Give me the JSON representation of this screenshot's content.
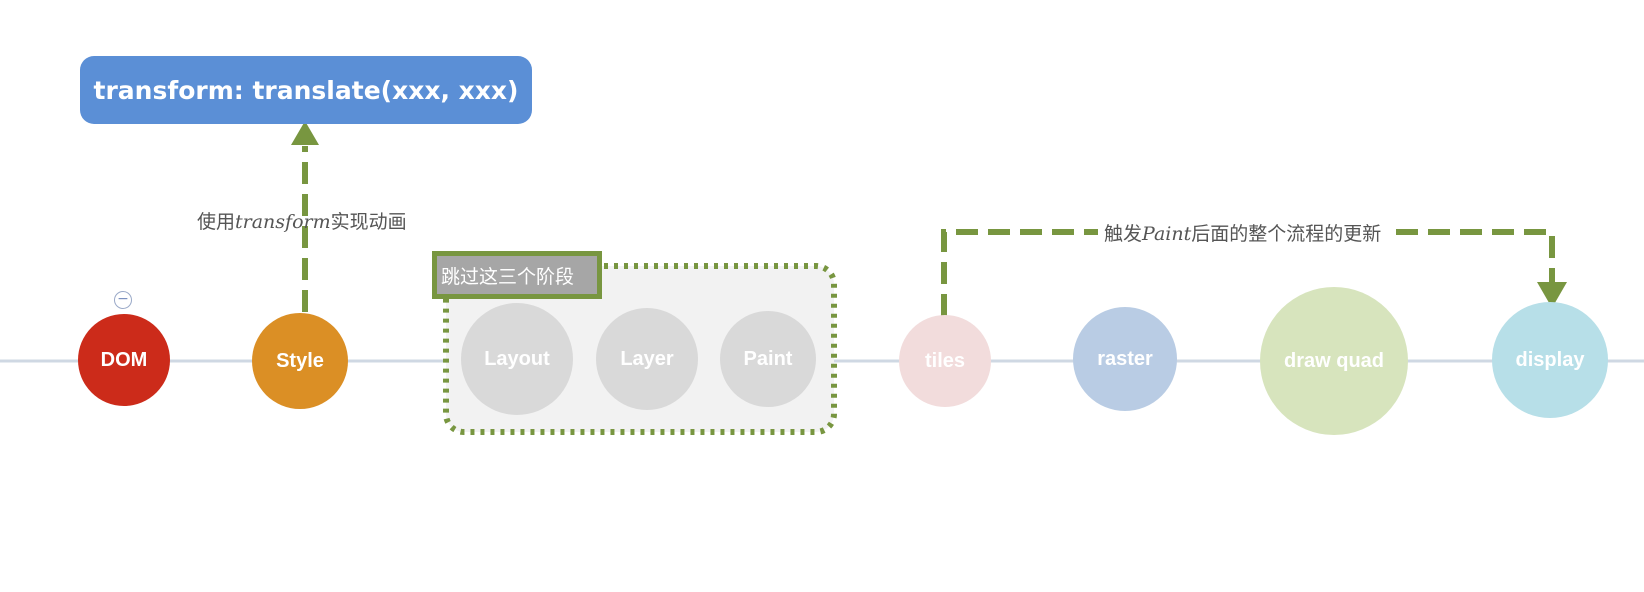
{
  "title_box": {
    "text": "transform: translate(xxx, xxx)"
  },
  "captions": {
    "transform_prefix": "使用",
    "transform_italic": "transform",
    "transform_suffix": "实现动画",
    "trigger_prefix": "触发",
    "trigger_italic": "Paint",
    "trigger_suffix": "后面的整个流程的更新"
  },
  "skip_group": {
    "label": "跳过这三个阶段"
  },
  "nodes": [
    {
      "id": "dom",
      "label": "DOM",
      "color": "#cc2b1a"
    },
    {
      "id": "style",
      "label": "Style",
      "color": "#db8f25"
    },
    {
      "id": "layout",
      "label": "Layout",
      "color": "#d9d9d9"
    },
    {
      "id": "layer",
      "label": "Layer",
      "color": "#d9d9d9"
    },
    {
      "id": "paint",
      "label": "Paint",
      "color": "#d9d9d9"
    },
    {
      "id": "tiles",
      "label": "tiles",
      "color": "#f2dcdc"
    },
    {
      "id": "raster",
      "label": "raster",
      "color": "#b9cce4"
    },
    {
      "id": "draw-quad",
      "label": "draw quad",
      "color": "#d7e4bd"
    },
    {
      "id": "display",
      "label": "display",
      "color": "#b7dfe8"
    }
  ],
  "colors": {
    "accent_green": "#789640",
    "timeline": "#cfd8e3",
    "pill_blue": "#5b8fd6"
  }
}
